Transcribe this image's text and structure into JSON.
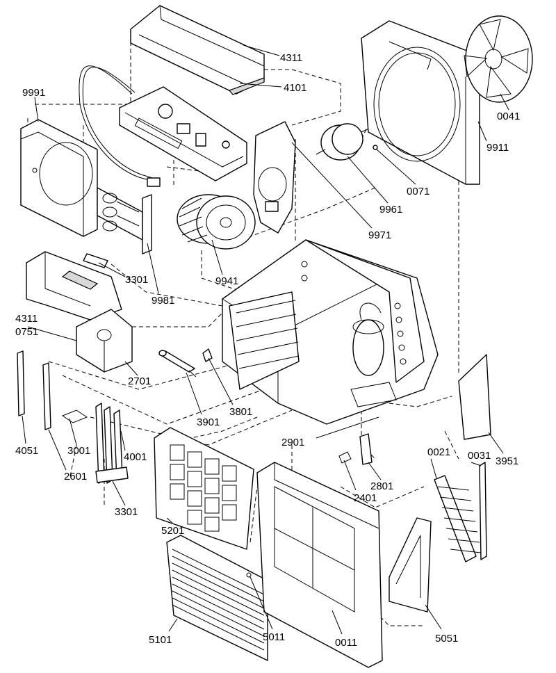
{
  "callouts": [
    {
      "id": "4311_top",
      "text": "4311"
    },
    {
      "id": "4101",
      "text": "4101"
    },
    {
      "id": "9991",
      "text": "9991"
    },
    {
      "id": "0041",
      "text": "0041"
    },
    {
      "id": "9911",
      "text": "9911"
    },
    {
      "id": "0071",
      "text": "0071"
    },
    {
      "id": "9961",
      "text": "9961"
    },
    {
      "id": "9971",
      "text": "9971"
    },
    {
      "id": "3301_top",
      "text": "3301"
    },
    {
      "id": "9941",
      "text": "9941"
    },
    {
      "id": "9981",
      "text": "9981"
    },
    {
      "id": "4311_left",
      "text": "4311"
    },
    {
      "id": "0751",
      "text": "0751"
    },
    {
      "id": "2701",
      "text": "2701"
    },
    {
      "id": "3801",
      "text": "3801"
    },
    {
      "id": "3901",
      "text": "3901"
    },
    {
      "id": "4051",
      "text": "4051"
    },
    {
      "id": "3001",
      "text": "3001"
    },
    {
      "id": "4001",
      "text": "4001"
    },
    {
      "id": "2901",
      "text": "2901"
    },
    {
      "id": "2801",
      "text": "2801"
    },
    {
      "id": "2601",
      "text": "2601"
    },
    {
      "id": "2401",
      "text": "2401"
    },
    {
      "id": "3301_bottom",
      "text": "3301"
    },
    {
      "id": "0021",
      "text": "0021"
    },
    {
      "id": "0031",
      "text": "0031"
    },
    {
      "id": "3951",
      "text": "3951"
    },
    {
      "id": "5201",
      "text": "5201"
    },
    {
      "id": "5101",
      "text": "5101"
    },
    {
      "id": "5011",
      "text": "5011"
    },
    {
      "id": "0011",
      "text": "0011"
    },
    {
      "id": "5051",
      "text": "5051"
    }
  ]
}
